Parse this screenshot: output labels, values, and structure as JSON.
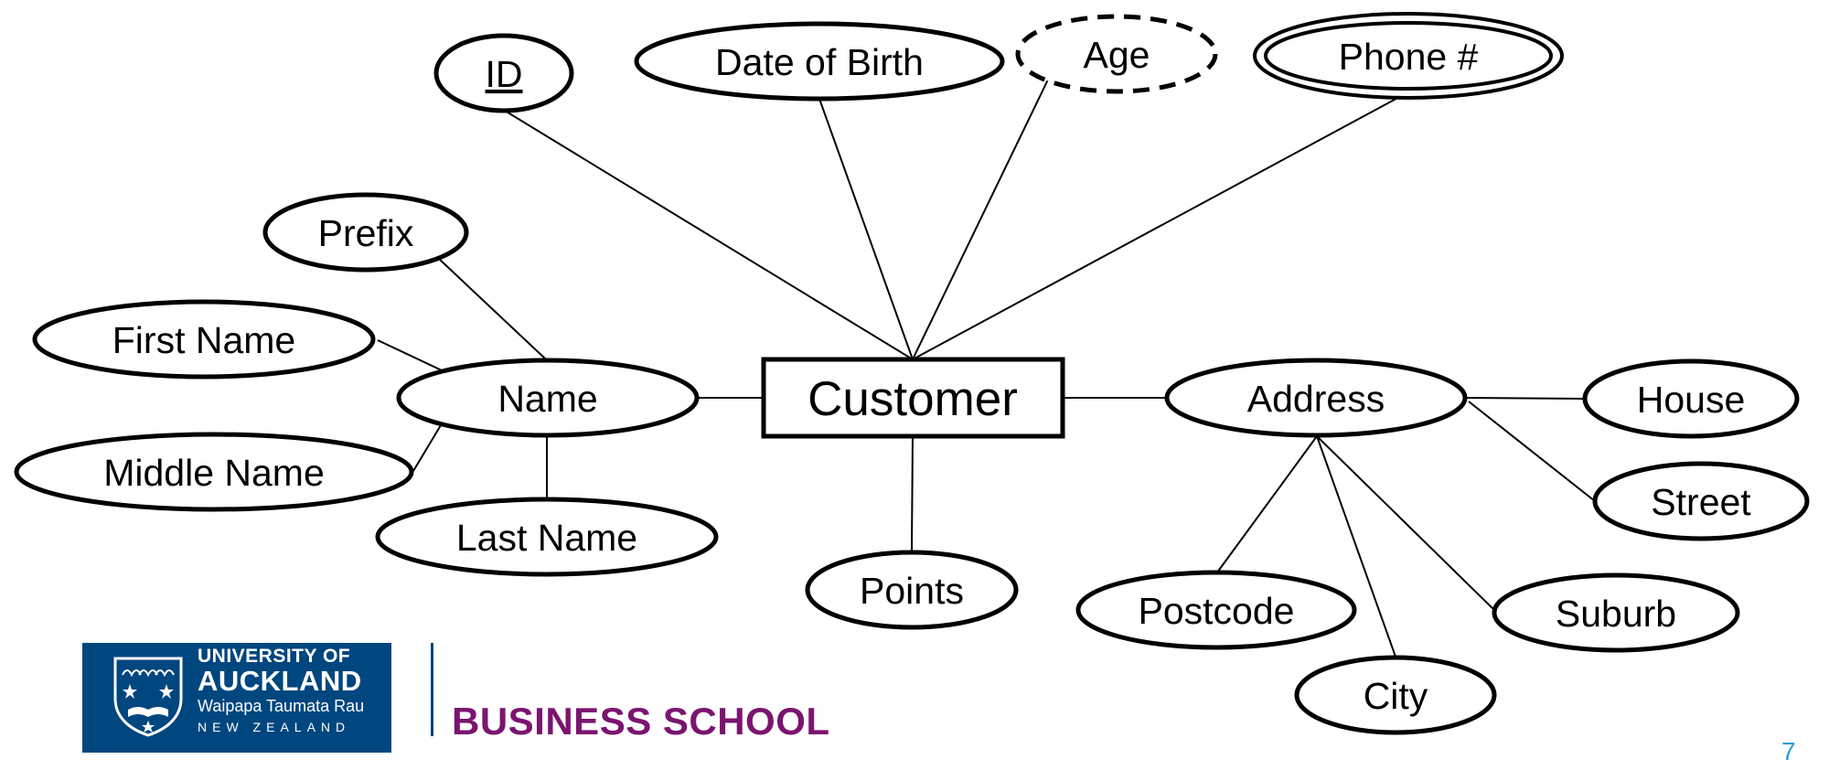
{
  "diagram": {
    "entity": "Customer",
    "attributes": {
      "id": "ID",
      "date_of_birth": "Date of Birth",
      "age": "Age",
      "phone": "Phone #",
      "prefix": "Prefix",
      "first_name": "First Name",
      "name": "Name",
      "middle_name": "Middle Name",
      "last_name": "Last Name",
      "points": "Points",
      "address": "Address",
      "house": "House",
      "street": "Street",
      "suburb": "Suburb",
      "postcode": "Postcode",
      "city": "City"
    }
  },
  "footer": {
    "logo": {
      "line1": "UNIVERSITY OF",
      "line2": "AUCKLAND",
      "line3": "Waipapa Taumata Rau",
      "line4": "NEW ZEALAND"
    },
    "school": "BUSINESS SCHOOL",
    "page_number": "7"
  }
}
